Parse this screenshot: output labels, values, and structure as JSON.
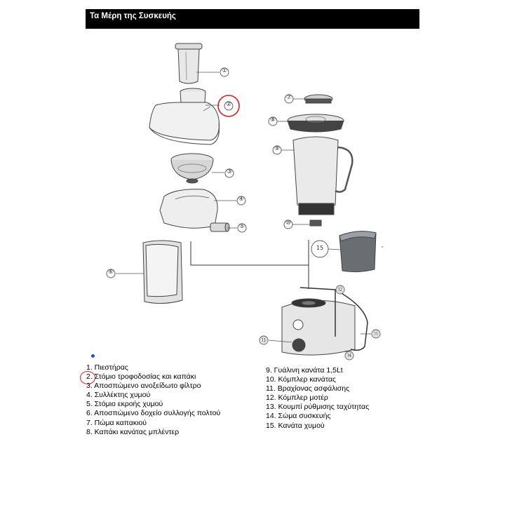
{
  "header": {
    "title": "Τα Μέρη της Συσκευής"
  },
  "colors": {
    "header_bg": "#000000",
    "highlight": "#d42020",
    "bullet": "#2b4fc4"
  },
  "callouts": [
    "①",
    "②",
    "③",
    "④",
    "⑤",
    "⑥",
    "⑦",
    "⑧",
    "⑨",
    "⑩",
    "⑪",
    "⑫",
    "⑬",
    "⑭",
    "15"
  ],
  "parts_left": [
    "1. Πιεστήρας",
    "2. Στόμιο τροφοδοσίας και καπάκι",
    "3. Αποσπώμενο ανοξείδωτο φίλτρο",
    "4. Συλλέκτης χυμού",
    "5. Στόμιο εκροής χυμού",
    "6. Αποσπώμενο δοχείο συλλογής πολτού",
    "7. Πώμα καπακιού",
    "8. Καπάκι κανάτας μπλέντερ"
  ],
  "parts_right": [
    "9. Γυάλινη κανάτα 1,5Lt",
    "10. Κόμπλερ κανάτας",
    "11. Βραχίονας ασφάλισης",
    "12. Κόμπλερ μοτέρ",
    "13. Κουμπί ρύθμισης ταχύτητας",
    "14. Σώμα συσκευής",
    "15. Κανάτα χυμού"
  ]
}
